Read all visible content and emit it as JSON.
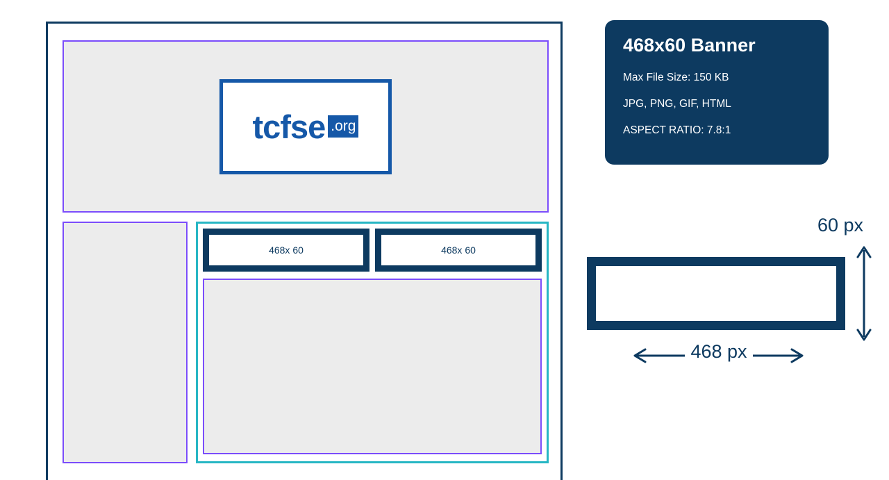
{
  "colors": {
    "navy": "#0d3a60",
    "brand_blue": "#1558a8",
    "purple_outline": "#7b4dfb",
    "teal_outline": "#26b6c4",
    "gray_fill": "#ececec",
    "white": "#ffffff"
  },
  "wireframe": {
    "logo": {
      "wordmark": "tcfse",
      "tld": ".org"
    },
    "banner_slots": [
      {
        "label": "468x 60"
      },
      {
        "label": "468x 60"
      }
    ]
  },
  "info_card": {
    "title": "468x60 Banner",
    "lines": [
      "Max File Size: 150 KB",
      "JPG, PNG, GIF, HTML",
      "ASPECT RATIO: 7.8:1"
    ]
  },
  "dimension_diagram": {
    "height_label": "60 px",
    "width_label": "468 px"
  }
}
